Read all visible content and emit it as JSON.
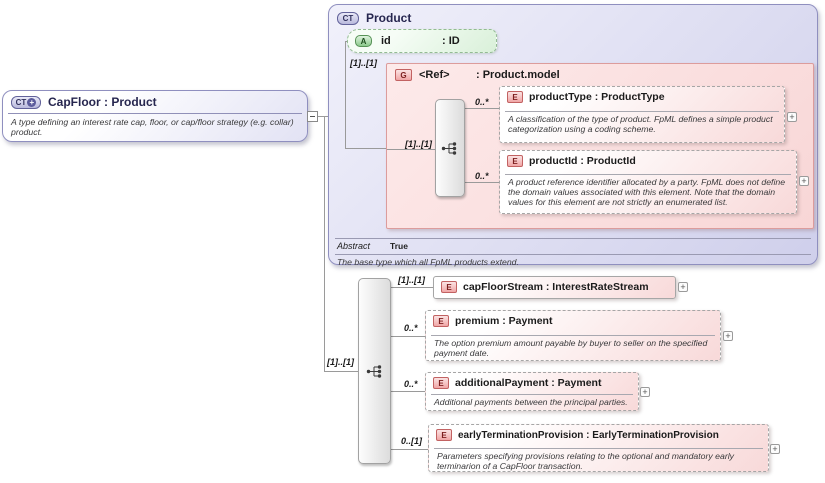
{
  "capfloor_box": {
    "badge": "CT",
    "title": "CapFloor : Product",
    "annotation": "A type defining an interest rate cap, floor, or cap/floor strategy (e.g. collar) product."
  },
  "product_box": {
    "badge": "CT",
    "title": "Product",
    "id_attribute": {
      "badge": "A",
      "name": "id",
      "type": ": ID"
    },
    "model_group": {
      "badge": "G",
      "cardinality": "[1]..[1]",
      "name": "<Ref>",
      "type": ": Product.model",
      "sequence_cardinality": "[1]..[1]",
      "product_type": {
        "badge": "E",
        "cardinality": "0..*",
        "title": "productType : ProductType",
        "annotation": "A classification of the type of product. FpML defines a simple product categorization using a coding scheme."
      },
      "product_id": {
        "badge": "E",
        "cardinality": "0..*",
        "title": "productId : ProductId",
        "annotation": "A product reference identifier allocated by a party. FpML does not define the domain values associated with this element. Note that the domain values for this element are not strictly an enumerated list."
      }
    },
    "abstract_label": "Abstract",
    "abstract_value": "True",
    "annotation": "The base type which all FpML products extend."
  },
  "content_model": {
    "sequence_cardinality": "[1]..[1]",
    "cap_floor_stream": {
      "badge": "E",
      "cardinality": "[1]..[1]",
      "title": "capFloorStream : InterestRateStream"
    },
    "premium": {
      "badge": "E",
      "cardinality": "0..*",
      "title": "premium : Payment",
      "annotation": "The option premium amount payable by buyer to seller on the specified payment date."
    },
    "additional_payment": {
      "badge": "E",
      "cardinality": "0..*",
      "title": "additionalPayment : Payment",
      "annotation": "Additional payments between the principal parties."
    },
    "early_termination_provision": {
      "badge": "E",
      "cardinality": "0..[1]",
      "title": "earlyTerminationProvision : EarlyTerminationProvision",
      "annotation": "Parameters specifying provisions relating to the optional and mandatory early terminarion of a CapFloor transaction."
    }
  },
  "icons": {
    "expand": "+"
  },
  "colors": {
    "purple_border": "#8f8fbf",
    "pink_border": "#dc9c9c",
    "green_border": "#93bb93",
    "line": "#9a9a9a"
  }
}
